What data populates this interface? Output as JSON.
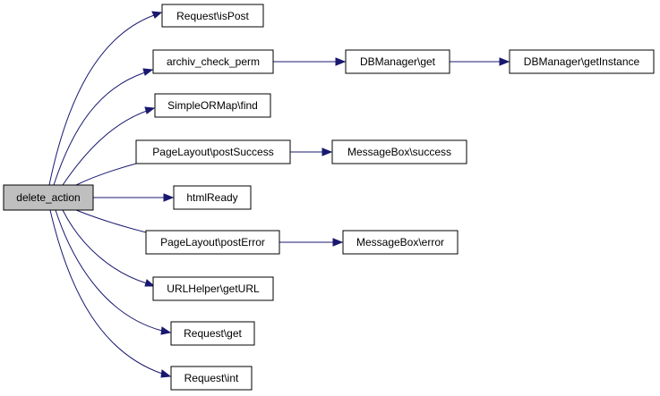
{
  "graph": {
    "root": "delete_action",
    "nodes": {
      "delete_action": "delete_action",
      "request_ispost": "Request\\isPost",
      "archiv_check_perm": "archiv_check_perm",
      "dbmanager_get": "DBManager\\get",
      "dbmanager_getinstance": "DBManager\\getInstance",
      "simpleormap_find": "SimpleORMap\\find",
      "pagelayout_postsuccess": "PageLayout\\postSuccess",
      "messagebox_success": "MessageBox\\success",
      "htmlready": "htmlReady",
      "pagelayout_posterror": "PageLayout\\postError",
      "messagebox_error": "MessageBox\\error",
      "urlhelper_geturl": "URLHelper\\getURL",
      "request_get": "Request\\get",
      "request_int": "Request\\int"
    },
    "edges": [
      [
        "delete_action",
        "request_ispost"
      ],
      [
        "delete_action",
        "archiv_check_perm"
      ],
      [
        "delete_action",
        "simpleormap_find"
      ],
      [
        "delete_action",
        "pagelayout_postsuccess"
      ],
      [
        "delete_action",
        "htmlready"
      ],
      [
        "delete_action",
        "pagelayout_posterror"
      ],
      [
        "delete_action",
        "urlhelper_geturl"
      ],
      [
        "delete_action",
        "request_get"
      ],
      [
        "delete_action",
        "request_int"
      ],
      [
        "archiv_check_perm",
        "dbmanager_get"
      ],
      [
        "dbmanager_get",
        "dbmanager_getinstance"
      ],
      [
        "pagelayout_postsuccess",
        "messagebox_success"
      ],
      [
        "pagelayout_posterror",
        "messagebox_error"
      ]
    ],
    "colors": {
      "edge": "#191970",
      "root_fill": "#bfbfbf",
      "node_fill": "#ffffff",
      "node_border": "#000000"
    }
  }
}
